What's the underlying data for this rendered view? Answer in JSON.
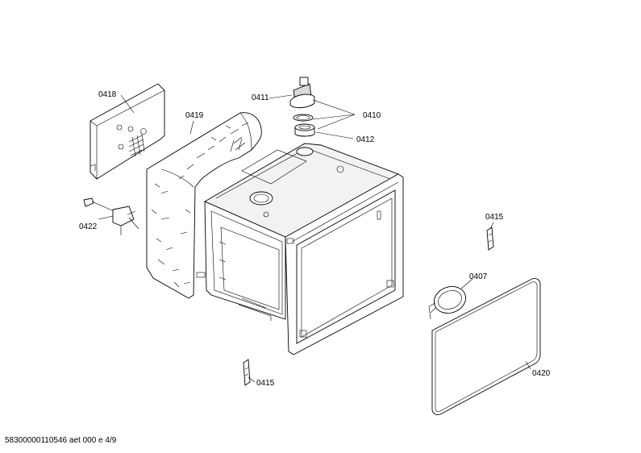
{
  "labels": {
    "p0418": "0418",
    "p0419": "0419",
    "p0411": "0411",
    "p0410": "0410",
    "p0412": "0412",
    "p0422": "0422",
    "p0415_top": "0415",
    "p0407": "0407",
    "p0420": "0420",
    "p0415_bottom": "0415"
  },
  "footer": {
    "doc_id": "58300000110546 aet 000 e 4/9"
  }
}
